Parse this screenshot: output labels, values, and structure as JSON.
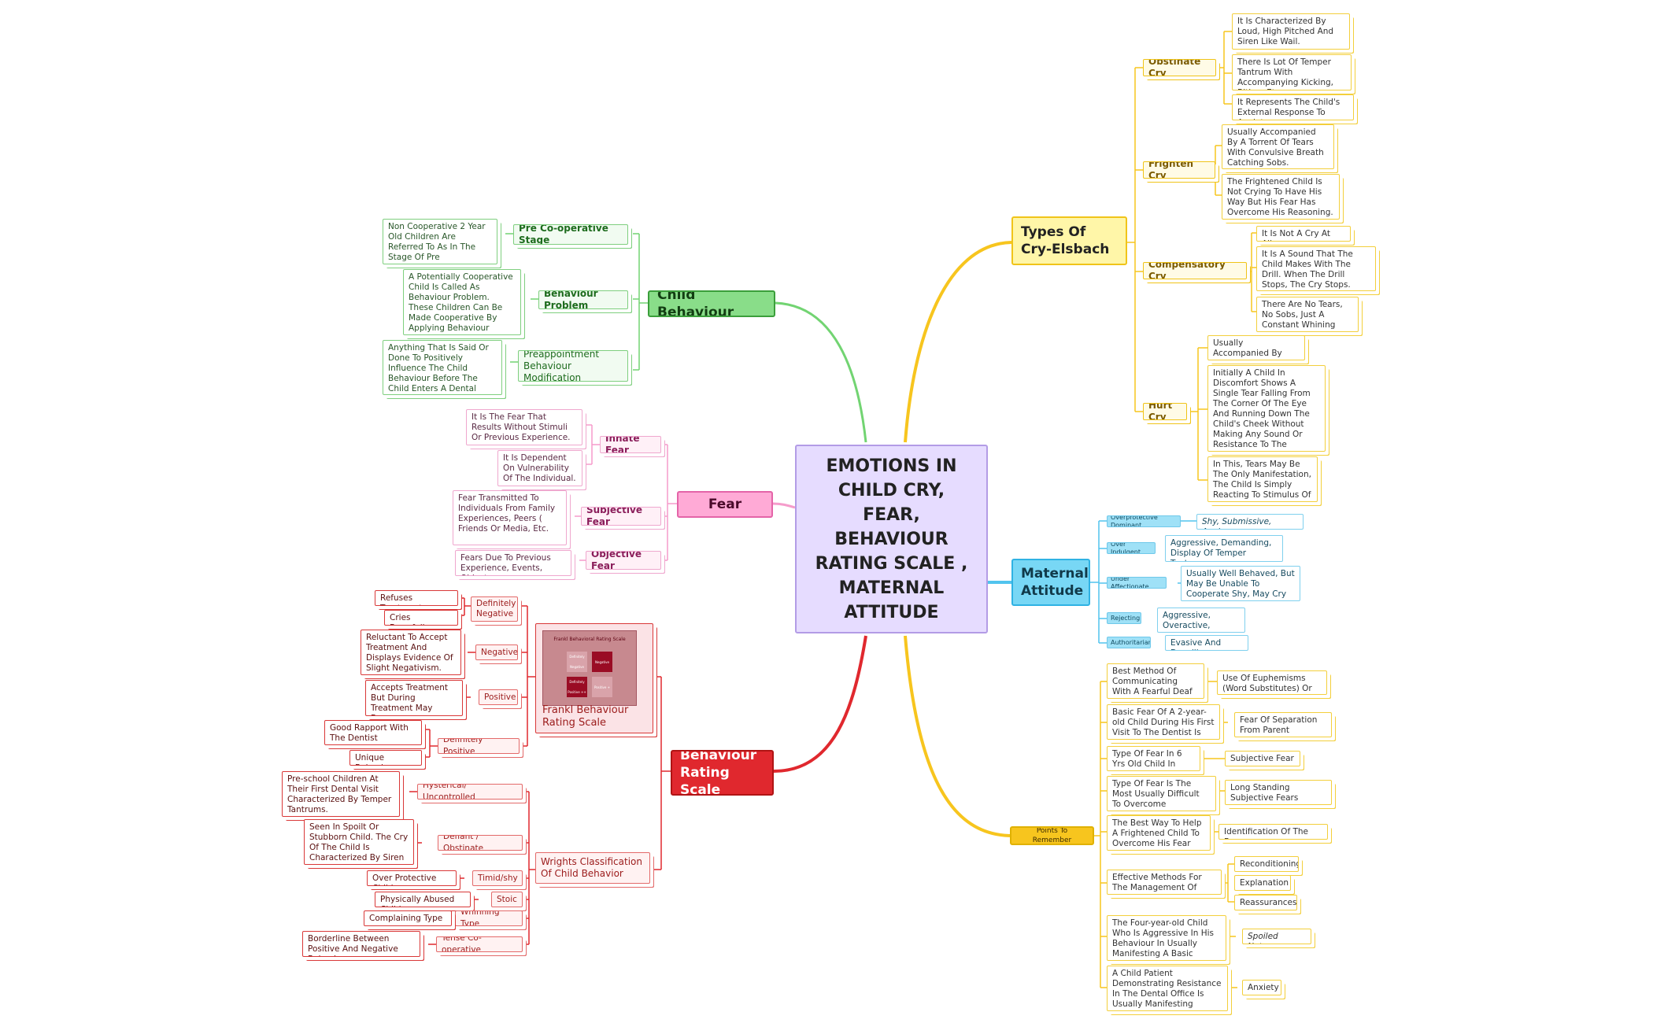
{
  "central": {
    "title": "EMOTIONS IN CHILD CRY, FEAR, BEHAVIOUR RATING SCALE , MATERNAL ATTITUDE"
  },
  "types_of_cry": {
    "title": "Types Of Cry-Elsbach",
    "obstinate": {
      "label": "Obstinate Cry",
      "notes": [
        "It Is Characterized By Loud, High Pitched And Siren Like Wail.",
        "There Is Lot Of Temper Tantrum With Accompanying Kicking, Biting, Etc.",
        "It Represents The Child's External Response To Anxiety"
      ]
    },
    "frighten": {
      "label": "Frighten Cry",
      "notes": [
        "Usually Accompanied By A Torrent Of Tears With Convulsive Breath Catching Sobs.",
        "The Frightened Child Is Not Crying To Have His Way But His Fear Has Overcome His Reasoning."
      ]
    },
    "compensatory": {
      "label": "Compensatory Cry",
      "notes": [
        "It Is Not A Cry At All.",
        "It Is A Sound That The Child Makes With The Drill. When The Drill Stops, The Cry Stops.",
        "There Are No Tears, No Sobs, Just A Constant Whining Noise"
      ]
    },
    "hurt": {
      "label": "Hurt Cry",
      "notes": [
        "Usually Accompanied By Small Whimper",
        "Initially A Child In Discomfort Shows A Single Tear Falling From The Corner Of The Eye And Running Down The Child's Cheek Without Making Any Sound Or Resistance To The Treatment Procedure.",
        "In This, Tears May Be The Only Manifestation, The Child Is Simply Reacting To Stimulus Of Pain"
      ]
    }
  },
  "maternal": {
    "title": "Maternal Attitude",
    "items": [
      {
        "tag": "Overprotective Dominant",
        "desc": "Shy, Submissive, Anxious"
      },
      {
        "tag": "Over Indulgent",
        "desc": "Aggressive, Demanding, Display Of Temper Tantrums"
      },
      {
        "tag": "Under Affectionate",
        "desc": "Usually Well Behaved, But May Be Unable To Cooperate Shy, May Cry Easily."
      },
      {
        "tag": "Rejecting",
        "desc": "Aggressive, Overactive, Disobedient."
      },
      {
        "tag": "Authoritarian",
        "desc": "Evasive And Dawdling"
      }
    ]
  },
  "points": {
    "title": "Points To Remember",
    "items": [
      {
        "q": "Best Method Of Communicating With A Fearful Deaf Child",
        "a": [
          "Use Of Euphemisms (Word Substitutes) Or Reframing"
        ]
      },
      {
        "q": "Basic Fear Of A 2-year-old Child During His First Visit To The Dentist Is Related To",
        "a": [
          "Fear Of Separation From Parent"
        ]
      },
      {
        "q": "Type Of Fear In 6 Yrs Old Child In Dentistry Is",
        "a": [
          "Subjective Fear"
        ]
      },
      {
        "q": "Type Of Fear Is The Most Usually Difficult To Overcome",
        "a": [
          "Long Standing Subjective Fears"
        ]
      },
      {
        "q": "The Best Way To Help A Frightened Child To Overcome His Fear",
        "a": [
          "Identification Of The Fear"
        ]
      },
      {
        "q": "Effective Methods For The Management Of Fears Are",
        "a": [
          "Reconditioning,",
          "Explanation",
          "Reassurances"
        ]
      },
      {
        "q": "The Four-year-old Child Who Is Aggressive In His Behaviour In Usually Manifesting A Basic",
        "a": [
          "Spoiled Nature"
        ]
      },
      {
        "q": "A Child Patient Demonstrating Resistance In The Dental Office Is Usually Manifesting",
        "a": [
          "Anxiety"
        ]
      }
    ]
  },
  "child_behaviour": {
    "title": "Child Behaviour",
    "items": [
      {
        "label": "Pre Co-operative Stage",
        "note": "Non Cooperative 2 Year Old Children Are Referred To As In The Stage Of Pre Cooperative Behaviour"
      },
      {
        "label": "Behaviour Problem",
        "note": "A Potentially Cooperative Child Is Called As Behaviour Problem. These Children Can Be Made Cooperative By Applying Behaviour Modification Techniques."
      },
      {
        "label": "Preappointment Behaviour Modification",
        "note": "Anything That Is Said Or Done To Positively Influence The Child Behaviour Before The Child Enters A Dental Operatory."
      }
    ]
  },
  "fear": {
    "title": "Fear",
    "innate": {
      "label": "Innate Fear",
      "notes": [
        "It Is The Fear That Results Without Stimuli Or Previous Experience.",
        "It Is Dependent On Vulnerability Of The Individual."
      ]
    },
    "subjective": {
      "label": "Subjective Fear",
      "note": "Fear Transmitted To Individuals From Family Experiences, Peers ( Friends Or Media, Etc."
    },
    "objective": {
      "label": "Objective Fear",
      "note": "Fears Due To Previous Experience, Events, Objects"
    }
  },
  "behaviour_rating": {
    "title": "Behaviour Rating Scale",
    "frankl": {
      "label": "Frankl Behaviour Rating Scale",
      "image_title": "Frankl Behavioral Rating Scale",
      "image_cells": [
        "Definitely Negative",
        "Negative",
        "Definitely Positive ++",
        "Positive +"
      ],
      "groups": [
        {
          "label": "Definitely Negative",
          "notes": [
            "Refuses Treatment",
            "Cries Forcefully"
          ]
        },
        {
          "label": "Negative",
          "notes": [
            "Reluctant To Accept Treatment And Displays Evidence Of Slight Negativism."
          ]
        },
        {
          "label": "Positive",
          "notes": [
            "Accepts Treatment But During Treatment May Become Uncooperative."
          ]
        },
        {
          "label": "Definitely Positive",
          "notes": [
            "Good Rapport With The Dentist",
            "Unique Behaviour"
          ]
        }
      ]
    },
    "wrights": {
      "label": "Wrights Classification Of Child Behavior",
      "groups": [
        {
          "label": "Hysterical/ Uncontrolled",
          "note": "Pre-school Children At Their First Dental Visit Characterized By Temper Tantrums."
        },
        {
          "label": "Defiant / Obstinate",
          "note": "Seen In Spoilt Or Stubborn Child. The Cry Of The Child Is Characterized By Siren Like Vocabulary"
        },
        {
          "label": "Timid/shy",
          "note": "Over Protective Child."
        },
        {
          "label": "Stoic",
          "note": "Physically Abused Child."
        },
        {
          "label": "Whinning Type",
          "note": "Complaining Type"
        },
        {
          "label": "Tense Co-operative",
          "note": "Borderline Between Positive And Negative Behavior"
        }
      ]
    }
  },
  "colors": {
    "yellow": "#f7c51e",
    "green": "#72d472",
    "pink": "#f59ccb",
    "red": "#e0282e",
    "blue": "#51c4ee",
    "center": "#e6dcff"
  }
}
